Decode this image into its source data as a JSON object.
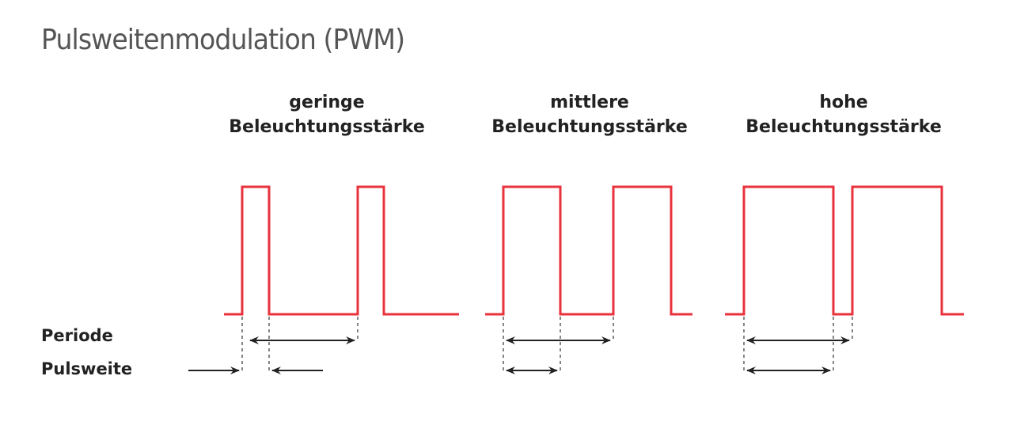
{
  "title": "Pulsweitenmodulation (PWM)",
  "row_labels": {
    "periode": "Periode",
    "pulsweite": "Pulsweite"
  },
  "columns": [
    {
      "line1": "geringe",
      "line2": "Beleuchtungsstärke"
    },
    {
      "line1": "mittlere",
      "line2": "Beleuchtungsstärke"
    },
    {
      "line1": "hohe",
      "line2": "Beleuchtungsstärke"
    }
  ],
  "colors": {
    "signal": "#e8323c",
    "arrow": "#222222",
    "dash": "#444444"
  }
}
